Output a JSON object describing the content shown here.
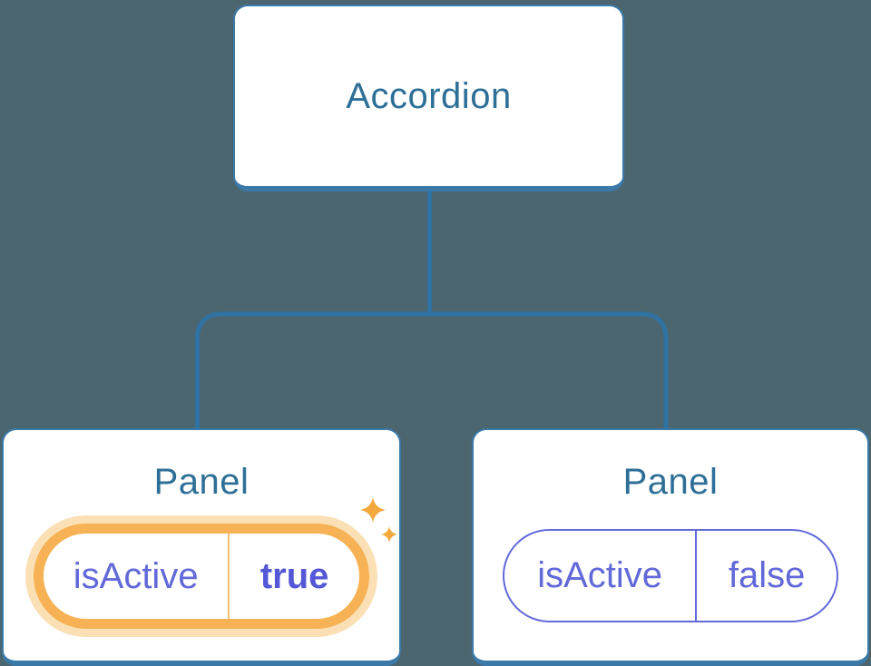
{
  "diagram": {
    "description": "Component tree: Accordion parent with two Panel children holding isActive state",
    "background_color": "#4C6670",
    "root": {
      "label": "Accordion"
    },
    "panels": [
      {
        "label": "Panel",
        "state_key": "isActive",
        "state_value": "true",
        "highlighted": true
      },
      {
        "label": "Panel",
        "state_key": "isActive",
        "state_value": "false",
        "highlighted": false
      }
    ],
    "icons": [
      {
        "name": "sparkle-icon",
        "glyph": "✦",
        "color": "#F3A93E",
        "meaning": "highlight on active state pill"
      }
    ],
    "colors": {
      "node_fill": "#FFFFFF",
      "node_border": "#3B79A8",
      "node_title_text": "#2E6F98",
      "connector_line": "#2F72A3",
      "state_text": "#6269D8",
      "state_value_active_text": "#5457D6",
      "active_pill_ring": "#F6B254",
      "active_pill_halo": "#FBE0B6",
      "active_pill_divider": "#F3BF76",
      "inactive_pill_border": "#6269D8",
      "sparkle": "#F3A93E"
    }
  }
}
